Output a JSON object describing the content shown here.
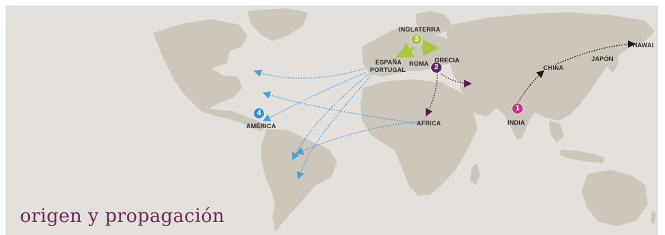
{
  "title": "origen y propagación",
  "colors": {
    "background": "#e4e1dc",
    "land": "#cdc6bb",
    "route_blue": "#4a9ed8",
    "route_purple": "#4a1f48",
    "route_black": "#1a1a1a",
    "route_green": "#a8c83c",
    "title": "#6a2a5a"
  },
  "places": {
    "inglaterra": "INGLATERRA",
    "espana": "ESPAÑA",
    "portugal": "PORTUGAL",
    "roma": "ROMA",
    "grecia": "GRECIA",
    "africa": "AFRICA",
    "india": "INDIA",
    "china": "CHINA",
    "japon": "JAPÓN",
    "hawai": "HAWAI",
    "america": "AMÉRICA"
  },
  "markers": [
    {
      "id": "india",
      "number": "1",
      "color": "#c03a86"
    },
    {
      "id": "grecia",
      "number": "2",
      "color": "#5a2a5e"
    },
    {
      "id": "inglaterra",
      "number": "3",
      "color": "#a8c83c"
    },
    {
      "id": "america",
      "number": "4",
      "color": "#3f8fd2"
    }
  ]
}
